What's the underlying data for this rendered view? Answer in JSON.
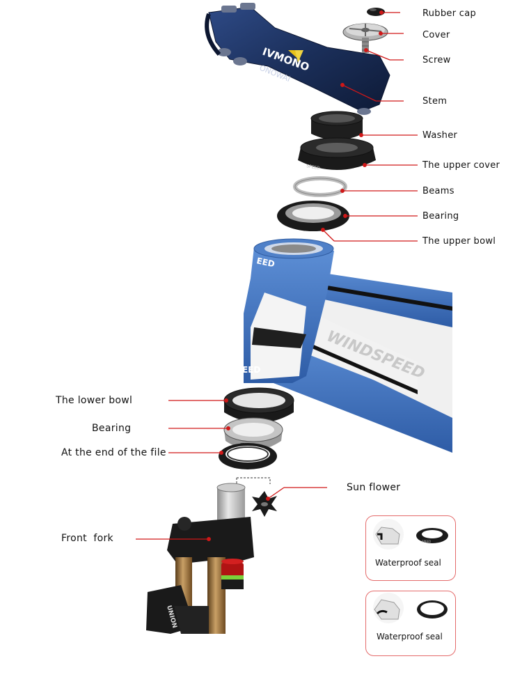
{
  "colors": {
    "leader": "#d01818",
    "frame_blue": "#3a6ab8",
    "frame_white": "#f2f2f2",
    "stem_navy": "#17294f",
    "part_black": "#1a1a1a",
    "box_border": "#e46a6a"
  },
  "branding": {
    "stem_brand": "IVMONO",
    "stem_brand_mirror": "ONOWAI",
    "frame_brand": "WINDSPEED",
    "frame_partial": "EED"
  },
  "labels_right": [
    {
      "id": "rubber-cap",
      "text": "Rubber cap"
    },
    {
      "id": "cover",
      "text": "Cover"
    },
    {
      "id": "screw",
      "text": "Screw"
    },
    {
      "id": "stem",
      "text": "Stem"
    },
    {
      "id": "washer",
      "text": "Washer"
    },
    {
      "id": "upper-cover",
      "text": "The upper cover"
    },
    {
      "id": "beams",
      "text": "Beams"
    },
    {
      "id": "bearing-upper",
      "text": "Bearing"
    },
    {
      "id": "upper-bowl",
      "text": "The upper bowl"
    }
  ],
  "labels_left": [
    {
      "id": "lower-bowl",
      "text": "The lower bowl"
    },
    {
      "id": "bearing-lower",
      "text": "Bearing"
    },
    {
      "id": "end-of-file",
      "text": "At the end of the file"
    },
    {
      "id": "front-fork",
      "text": "Front  fork"
    }
  ],
  "sun_flower": {
    "text": "Sun flower"
  },
  "seal_boxes": [
    {
      "id": "seal-1",
      "text": "Waterproof seal"
    },
    {
      "id": "seal-2",
      "text": "Waterproof seal"
    }
  ]
}
